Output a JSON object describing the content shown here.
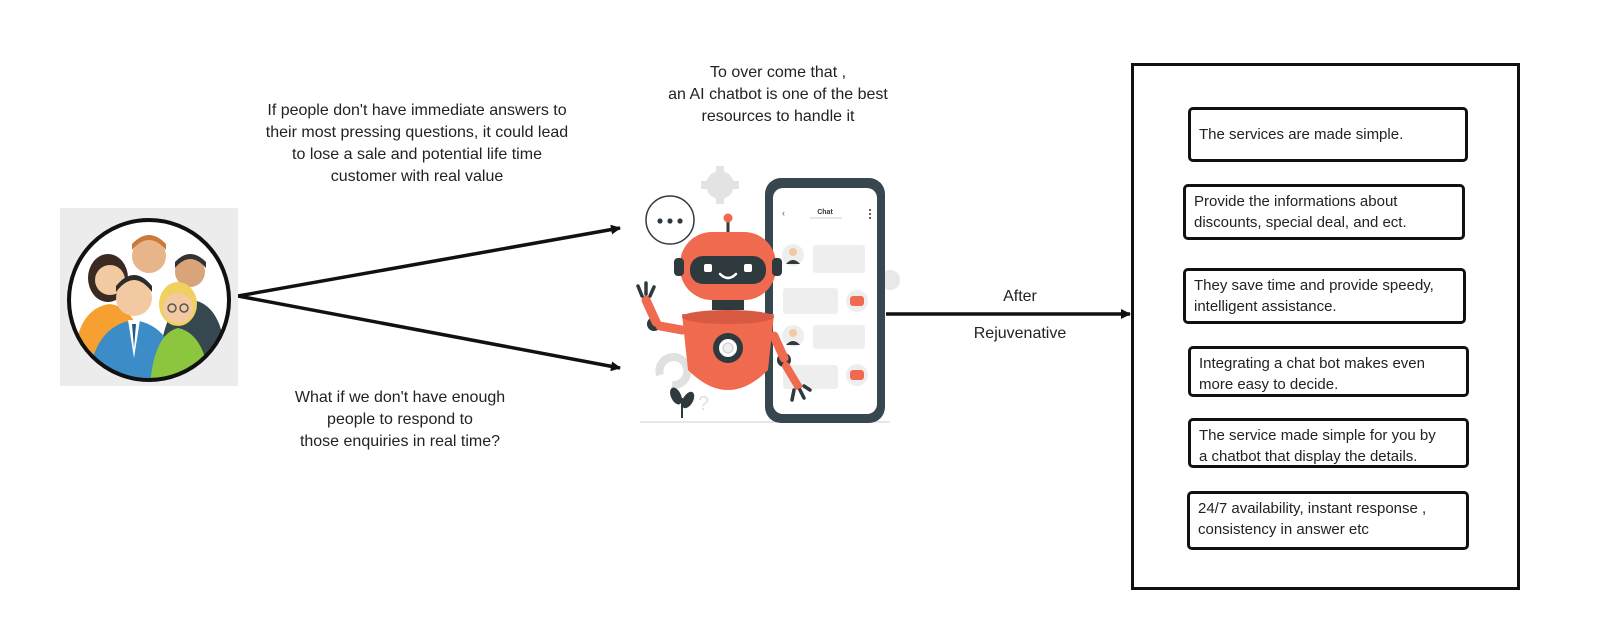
{
  "problem": {
    "text_1": "If people don't have immediate answers to their most pressing questions, it could lead to lose a sale and potential life time customer with real value",
    "text_2": "What if we don't have enough\npeople to respond to\nthose enquiries in real time?"
  },
  "solution": {
    "intro": "To over come that ,\nan AI chatbot is one of the best\nresources to handle it",
    "phone_header": "Chat",
    "typing_indicator": "•••"
  },
  "transition": {
    "label_top": "After",
    "label_bottom": "Rejuvenative"
  },
  "benefits": [
    "The services are made simple.",
    "Provide the informations about\ndiscounts, special deal, and ect.",
    "They save time and provide speedy,\n      intelligent assistance.",
    "Integrating a chat bot makes even\n       more easy to decide.",
    " The service made simple for you by\n a chatbot that display the details.",
    "24/7 availability, instant response ,\n   consistency in answer etc"
  ],
  "icons": [
    "people-group-icon",
    "robot-illustration",
    "smartphone-chat-icon",
    "gear-icon",
    "arrow-right-icon"
  ],
  "colors": {
    "robot_primary": "#f06a50",
    "robot_dark": "#2f3a3f",
    "phone_frame": "#37474f",
    "people_blue": "#3c8cc8"
  }
}
